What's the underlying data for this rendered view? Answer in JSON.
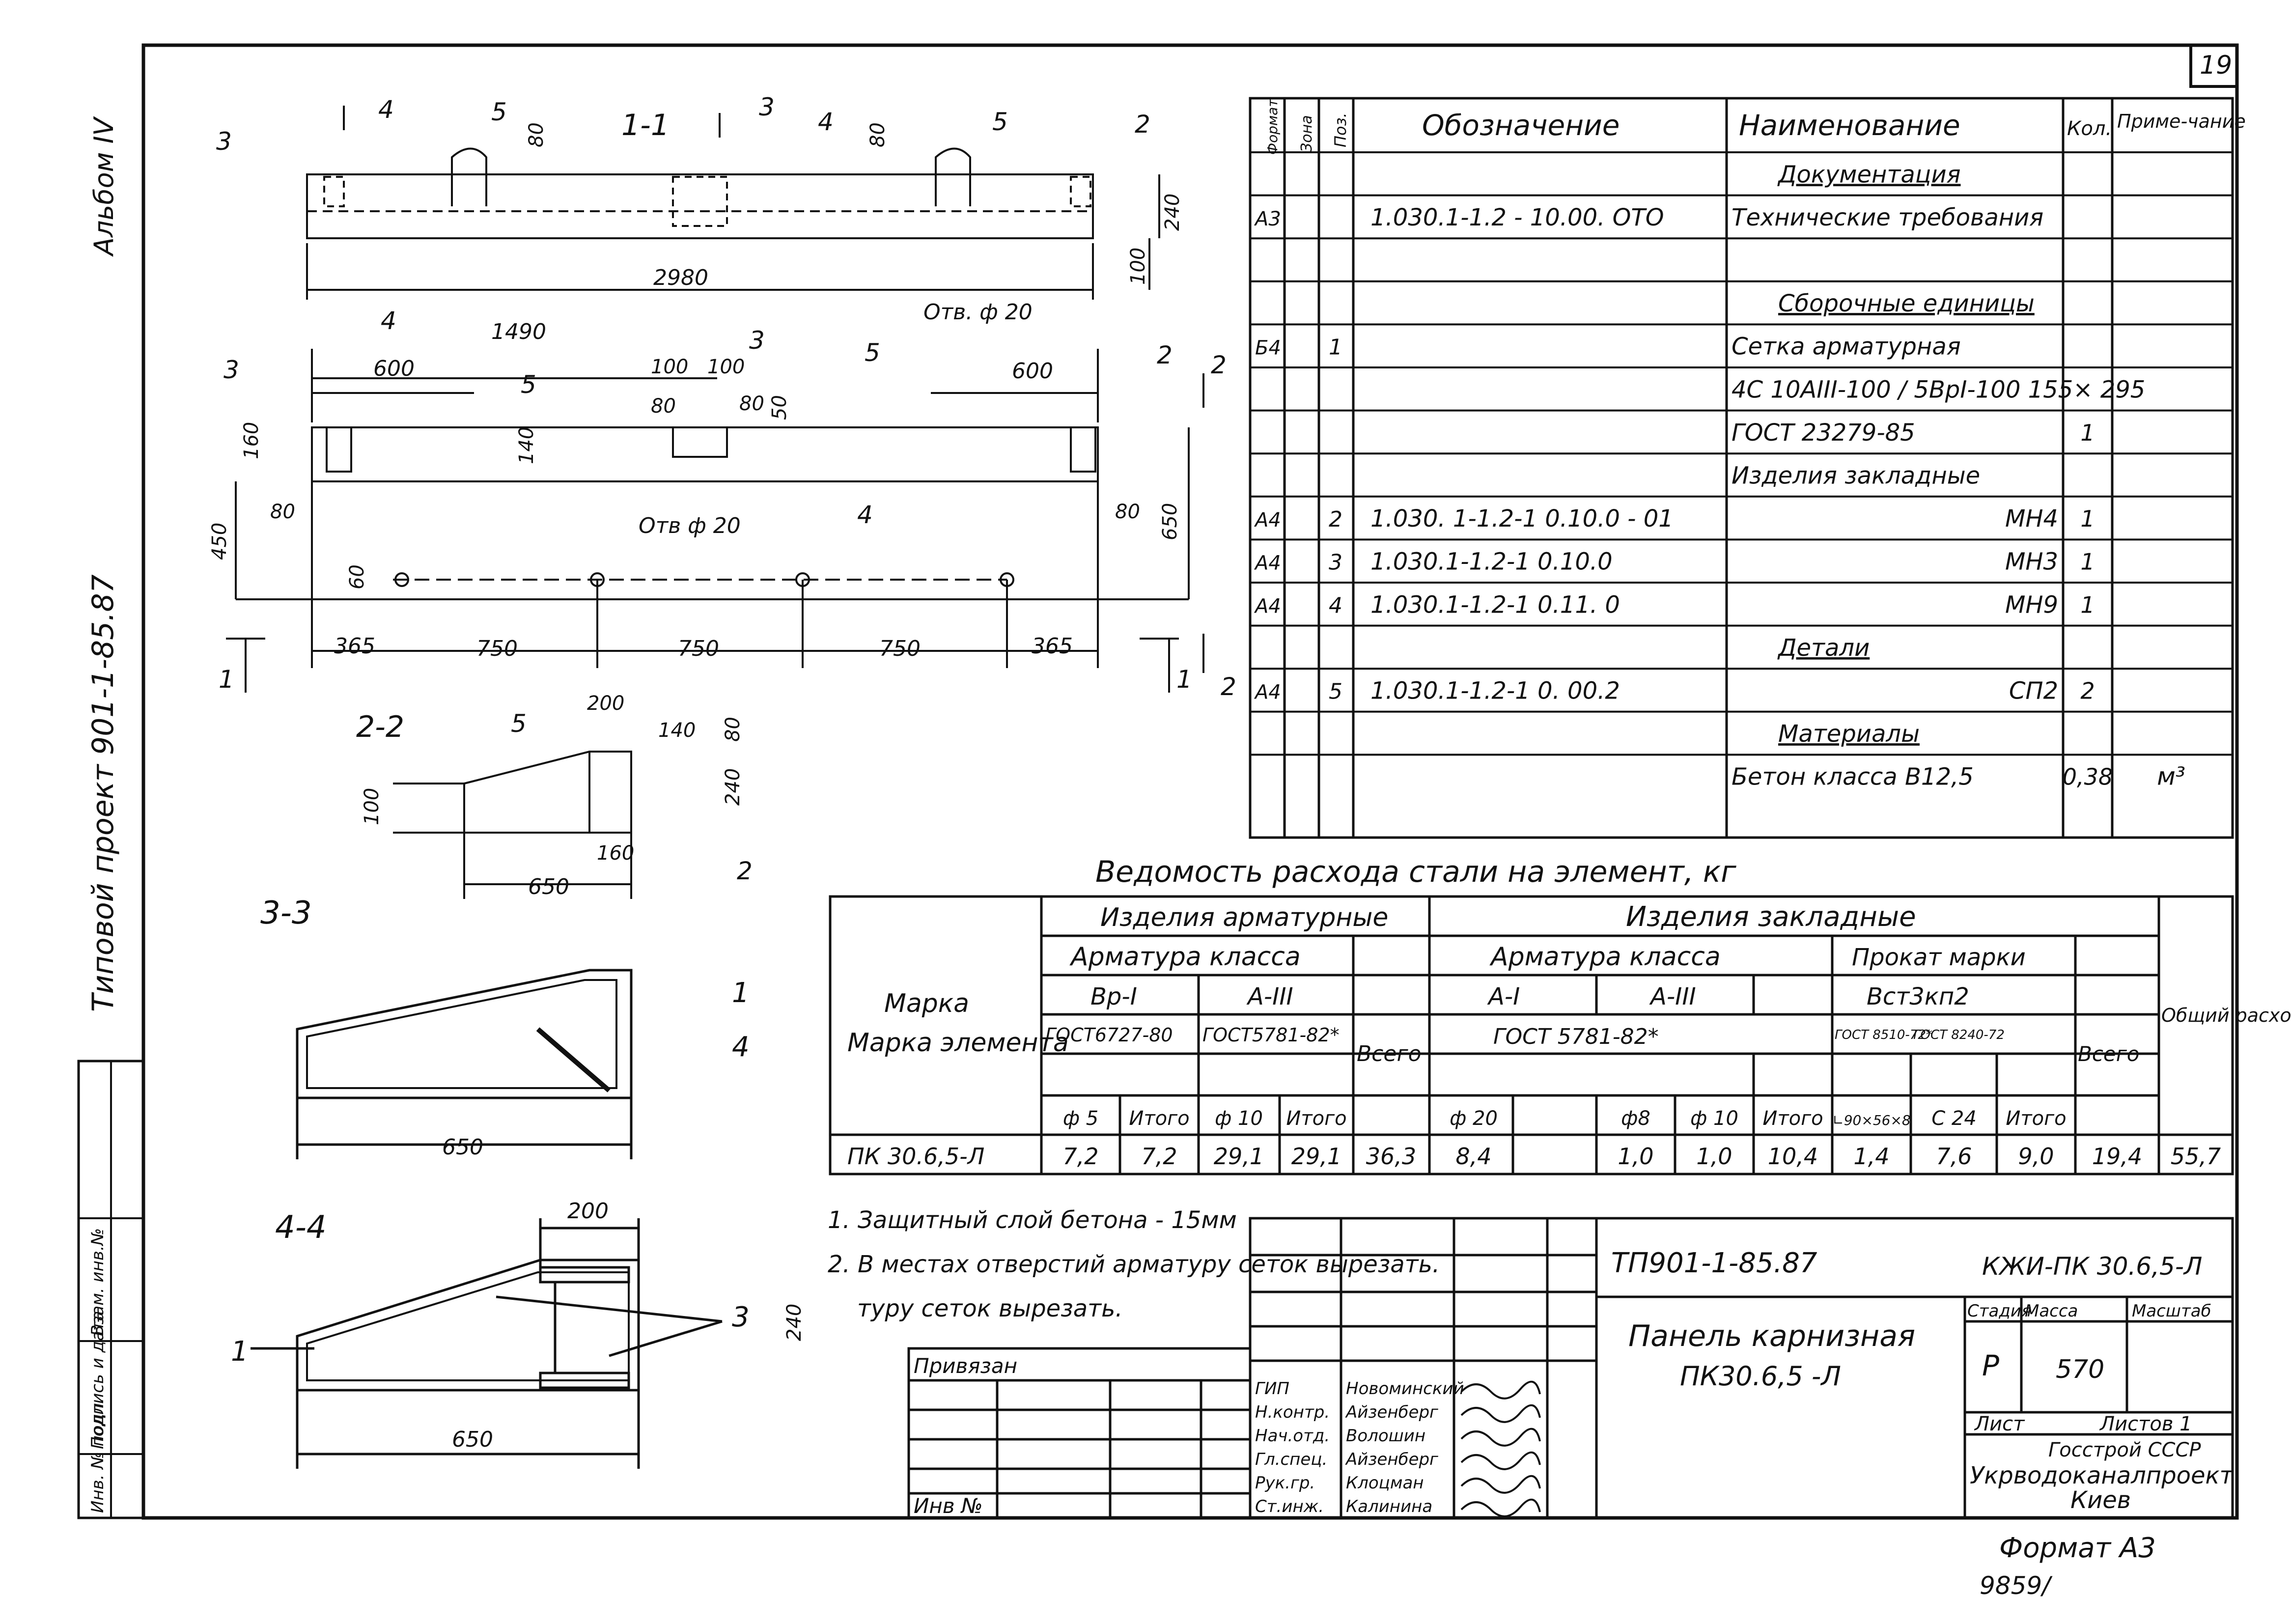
{
  "sheet": {
    "number": "19",
    "album": "Альбом IV",
    "project": "Типовой проект 901-1-85.87",
    "format": "Формат А3",
    "stamp_number": "9859/",
    "left_strip": {
      "inv": "Инв. № подл.",
      "sign": "Подпись и дата",
      "vzam": "Взам. инв.№"
    }
  },
  "drawing": {
    "section_1_1": "1-1",
    "section_2_2": "2-2",
    "section_3_3": "3-3",
    "section_4_4": "4-4",
    "marks": {
      "m1": "1",
      "m2": "2",
      "m3": "3",
      "m4": "4",
      "m5": "5"
    },
    "dims": {
      "d80": "80",
      "d240": "240",
      "d100": "100",
      "d2980": "2980",
      "hole": "Отв. ф 20",
      "hole2": "Отв ф 20",
      "d1490": "1490",
      "d600": "600",
      "d50": "50",
      "d160": "160",
      "d140": "140",
      "d450": "450",
      "d650": "650",
      "d60": "60",
      "d365": "365",
      "d750": "750",
      "d200": "200"
    }
  },
  "spec": {
    "headers": {
      "format": "Формат",
      "zone": "Зона",
      "pos": "Поз.",
      "designation": "Обозначение",
      "name": "Наименование",
      "qty": "Кол.",
      "note": "Приме-чание"
    },
    "rows": [
      {
        "format": "",
        "pos": "",
        "designation": "",
        "name": "Документация",
        "qty": "",
        "note": "",
        "section": true
      },
      {
        "format": "А3",
        "pos": "",
        "designation": "1.030.1-1.2 - 10.00. ОТО",
        "name": "Технические требования",
        "qty": "",
        "note": ""
      },
      {
        "format": "",
        "pos": "",
        "designation": "",
        "name": "",
        "qty": "",
        "note": ""
      },
      {
        "format": "",
        "pos": "",
        "designation": "",
        "name": "Сборочные единицы",
        "qty": "",
        "note": "",
        "section": true
      },
      {
        "format": "Б4",
        "pos": "1",
        "designation": "",
        "name": "Сетка арматурная",
        "qty": "",
        "note": ""
      },
      {
        "format": "",
        "pos": "",
        "designation": "",
        "name": "4С 10АIII-100 / 5ВрI-100 155× 295",
        "qty": "",
        "note": ""
      },
      {
        "format": "",
        "pos": "",
        "designation": "",
        "name": "ГОСТ 23279-85",
        "qty": "1",
        "note": ""
      },
      {
        "format": "",
        "pos": "",
        "designation": "",
        "name": "Изделия закладные",
        "qty": "",
        "note": ""
      },
      {
        "format": "А4",
        "pos": "2",
        "designation": "1.030. 1-1.2-1  0.10.0 - 01",
        "name": "МН4",
        "qty": "1",
        "note": ""
      },
      {
        "format": "А4",
        "pos": "3",
        "designation": "1.030.1-1.2-1  0.10.0",
        "name": "МН3",
        "qty": "1",
        "note": ""
      },
      {
        "format": "А4",
        "pos": "4",
        "designation": "1.030.1-1.2-1  0.11. 0",
        "name": "МН9",
        "qty": "1",
        "note": ""
      },
      {
        "format": "",
        "pos": "",
        "designation": "",
        "name": "Детали",
        "qty": "",
        "note": "",
        "section": true
      },
      {
        "format": "А4",
        "pos": "5",
        "designation": "1.030.1-1.2-1  0. 00.2",
        "name": "СП2",
        "qty": "2",
        "note": ""
      },
      {
        "format": "",
        "pos": "",
        "designation": "",
        "name": "Материалы",
        "qty": "",
        "note": "",
        "section": true
      },
      {
        "format": "",
        "pos": "",
        "designation": "",
        "name": "Бетон класса В12,5",
        "qty": "0,38",
        "note": "м³"
      }
    ]
  },
  "steel": {
    "title": "Ведомость расхода стали на элемент, кг",
    "h_armat": "Изделия арматурные",
    "h_zaklad": "Изделия закладные",
    "h_class1": "Арматура класса",
    "h_class2": "Арматура класса",
    "h_prokat": "Прокат марки",
    "h_mark": "Марка элемента",
    "h_vrI": "Вр-I",
    "h_aIII1": "А-III",
    "h_aI": "А-I",
    "h_aIII2": "А-III",
    "h_vst": "Вст3кп2",
    "h_gost1": "ГОСТ6727-80",
    "h_gost2": "ГОСТ5781-82*",
    "h_gost3": "ГОСТ 5781-82*",
    "h_gost4": "ГОСТ 8510-72*",
    "h_gost5": "ГОСТ 8240-72",
    "h_total1": "Всего",
    "h_total2": "Всего",
    "h_general": "Общий расход",
    "sub": [
      "ф 5",
      "Итого",
      "ф 10",
      "Итого",
      "ф 20",
      "",
      "ф8",
      "ф 10",
      "Итого",
      "∟90×56×8",
      "С 24",
      "Итого"
    ],
    "row": {
      "mark": "ПК 30.6,5-Л",
      "values": [
        "7,2",
        "7,2",
        "29,1",
        "29,1",
        "36,3",
        "8,4",
        "",
        "1,0",
        "1,0",
        "10,4",
        "1,4",
        "7,6",
        "9,0",
        "19,4",
        "55,7"
      ]
    }
  },
  "notes": [
    "1. Защитный слой бетона - 15мм",
    "2. В местах отверстий арматуру сеток вырезать."
  ],
  "stamp": {
    "code": "ТП901-1-85.87",
    "doc": "КЖИ-ПК 30.6,5-Л",
    "title": "Панель карнизная",
    "subtitle": "ПК30.6,5 -Л",
    "privyazan": "Привязан",
    "inv": "Инв №",
    "stage_h": "Стадия",
    "mass_h": "Масса",
    "scale_h": "Масштаб",
    "stage": "Р",
    "mass": "570",
    "sheet_h": "Лист",
    "sheets_h": "Листов 1",
    "org1": "Госстрой СССР",
    "org2": "Укрводоканалпроект",
    "org3": "Киев",
    "people": [
      {
        "role": "ГИП",
        "name": "Новоминский"
      },
      {
        "role": "Н.контр.",
        "name": "Айзенберг"
      },
      {
        "role": "Нач.отд.",
        "name": "Волошин"
      },
      {
        "role": "Гл.спец.",
        "name": "Айзенберг"
      },
      {
        "role": "Рук.гр.",
        "name": "Клоцман"
      },
      {
        "role": "Ст.инж.",
        "name": "Калинина"
      }
    ]
  }
}
